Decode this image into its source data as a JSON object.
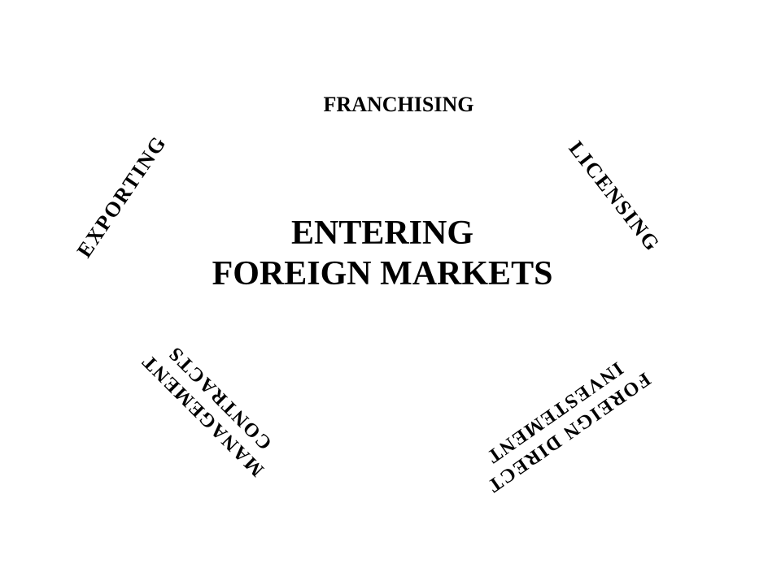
{
  "diagram": {
    "center_title": {
      "line1": "ENTERING",
      "line2": "FOREIGN MARKETS"
    },
    "modes": {
      "franchising": {
        "line1": "FRANCHISING"
      },
      "exporting": {
        "line1": "EXPORTING"
      },
      "licensing": {
        "line1": "LICENSING"
      },
      "management_contracts": {
        "line1": "MANAGEMENT",
        "line2": "CONTRACTS"
      },
      "foreign_direct_investment": {
        "line1": "FOREIGN DIRECT",
        "line2": "INVESTEMENT"
      }
    },
    "colors": {
      "text": "#000000",
      "background": "#ffffff"
    }
  }
}
